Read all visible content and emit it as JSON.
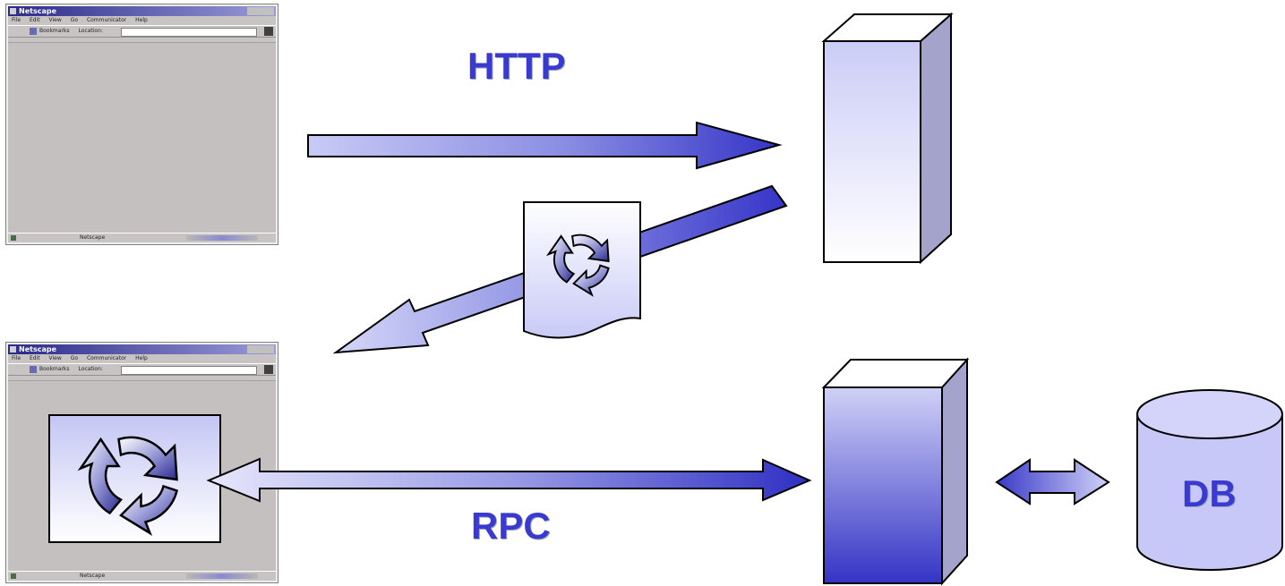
{
  "labels": {
    "http": "HTTP",
    "rpc": "RPC",
    "db": "DB"
  },
  "browser_window": {
    "title": "Netscape",
    "menu": [
      "File",
      "Edit",
      "View",
      "Go",
      "Communicator",
      "Help"
    ],
    "toolbar": {
      "bookmarks": "Bookmarks",
      "location": "Location:"
    },
    "status": "Netscape"
  },
  "colors": {
    "label_text": "#3a3ad0",
    "arrow_dark": "#3535c8",
    "arrow_light": "#c8caf6",
    "server_light": "#cfd0f7",
    "server_side": "#a3a3cc",
    "db_fill": "#c8c8f8"
  }
}
